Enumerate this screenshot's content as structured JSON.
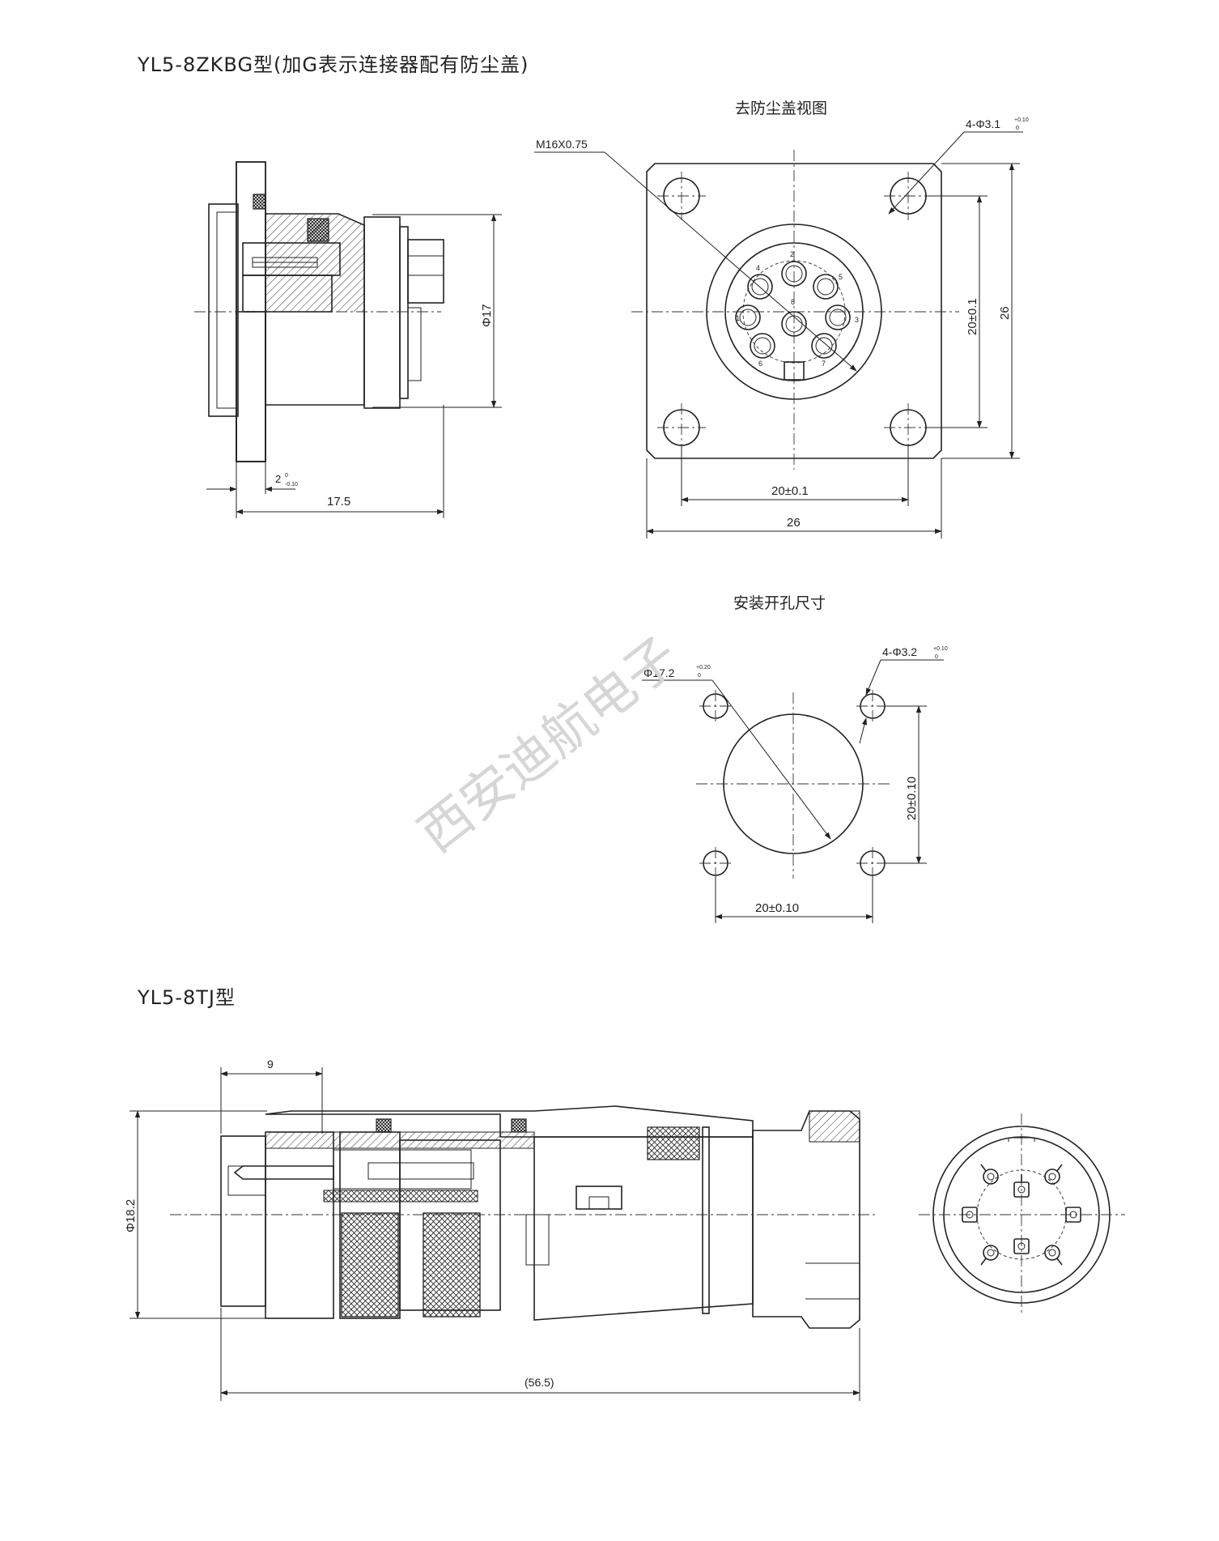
{
  "drawing1": {
    "title": "YL5-8ZKBG型(加G表示连接器配有防尘盖)",
    "view_label": "去防尘盖视图",
    "thread_label": "M16X0.75",
    "hole_callout": "4-Φ3.1",
    "hole_tol_upper": "+0.10",
    "hole_tol_lower": "0",
    "dia_label": "Φ17",
    "flange_thk": "2",
    "flange_tol_upper": "0",
    "flange_tol_lower": "-0.10",
    "length_label": "17.5",
    "spacing_v": "20±0.1",
    "spacing_h": "20±0.1",
    "width_v": "26",
    "width_h": "26",
    "pins": [
      "1",
      "2",
      "3",
      "4",
      "5",
      "6",
      "7",
      "8"
    ]
  },
  "cutout": {
    "title": "安装开孔尺寸",
    "main_dia": "Φ17.2",
    "main_tol_upper": "+0.20",
    "main_tol_lower": "0",
    "hole_callout": "4-Φ3.2",
    "hole_tol_upper": "+0.10",
    "hole_tol_lower": "0",
    "spacing_v": "20±0.10",
    "spacing_h": "20±0.10"
  },
  "watermark": "西安迪航电子",
  "drawing2": {
    "title": "YL5-8TJ型",
    "dim_9": "9",
    "dia_label": "Φ18.2",
    "overall_length": "(56.5)"
  }
}
